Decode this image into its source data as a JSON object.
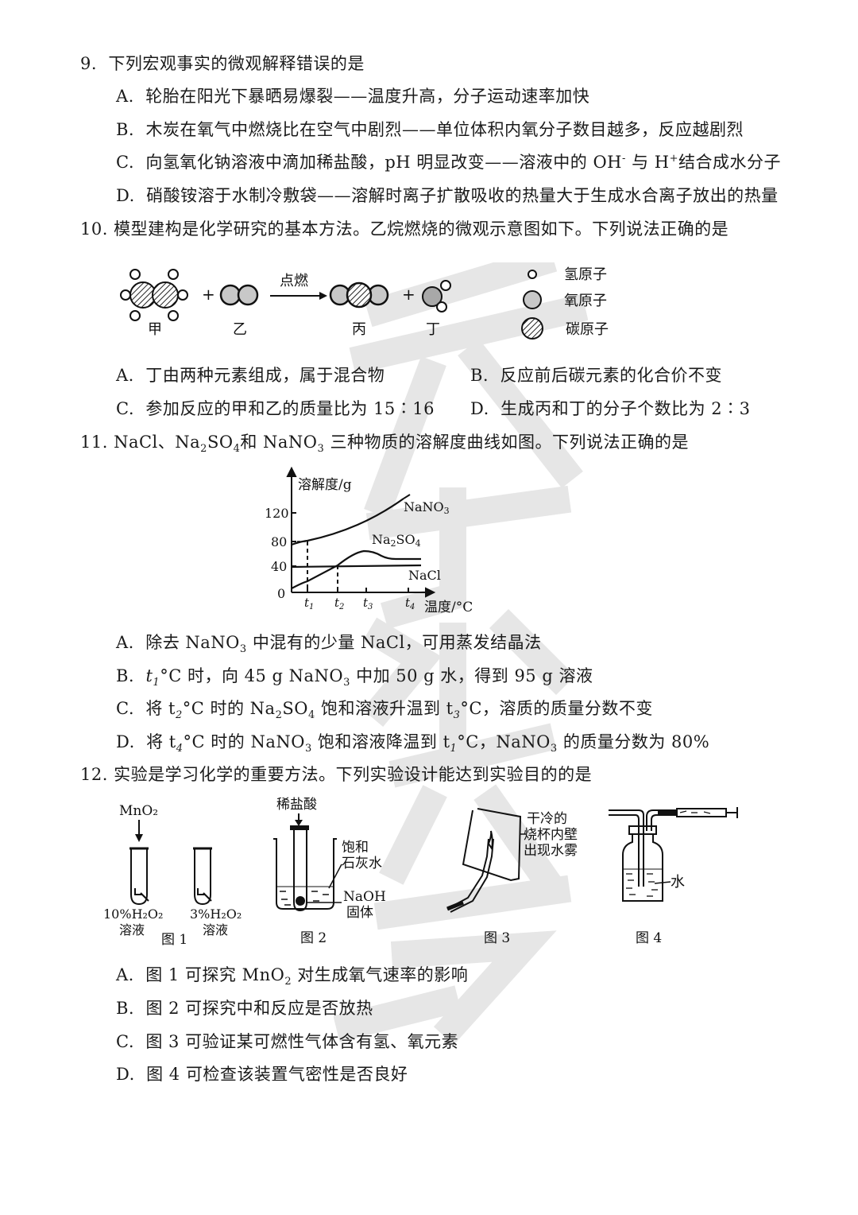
{
  "questions": [
    {
      "number": "9.",
      "stem": "下列宏观事实的微观解释错误的是",
      "options": [
        {
          "label": "A.",
          "text": "轮胎在阳光下暴晒易爆裂——温度升高，分子运动速率加快"
        },
        {
          "label": "B.",
          "text": "木炭在氧气中燃烧比在空气中剧烈——单位体积内氧分子数目越多，反应越剧烈"
        },
        {
          "label": "C.",
          "text_parts": [
            "向氢氧化钠溶液中滴加稀盐酸，pH 明显改变——溶液中的 OH",
            "-",
            " 与 H",
            "+",
            "结合成水分子"
          ]
        },
        {
          "label": "D.",
          "text": "硝酸铵溶于水制冷敷袋——溶解时离子扩散吸收的热量大于生成水合离子放出的热量"
        }
      ]
    },
    {
      "number": "10.",
      "stem": "模型建构是化学研究的基本方法。乙烷燃烧的微观示意图如下。下列说法正确的是",
      "diagram": {
        "molecules": [
          "甲",
          "乙",
          "丙",
          "丁"
        ],
        "plus": "+",
        "arrow_label": "点燃",
        "legend": [
          {
            "symbol": "hydrogen-atom",
            "label": "氢原子"
          },
          {
            "symbol": "oxygen-atom",
            "label": "氧原子"
          },
          {
            "symbol": "carbon-atom",
            "label": "碳原子"
          }
        ]
      },
      "options": [
        {
          "label": "A.",
          "text": "丁由两种元素组成，属于混合物"
        },
        {
          "label": "B.",
          "text": "反应前后碳元素的化合价不变"
        },
        {
          "label": "C.",
          "text": "参加反应的甲和乙的质量比为 15∶16"
        },
        {
          "label": "D.",
          "text": "生成丙和丁的分子个数比为 2∶3"
        }
      ]
    },
    {
      "number": "11.",
      "stem_parts": [
        "NaCl、Na",
        "2",
        "SO",
        "4",
        "和 NaNO",
        "3",
        " 三种物质的溶解度曲线如图。下列说法正确的是"
      ],
      "options": [
        {
          "label": "A.",
          "text_parts": [
            "除去 NaNO",
            "3",
            " 中混有的少量 NaCl，可用蒸发结晶法"
          ]
        },
        {
          "label": "B.",
          "text_parts": [
            "t",
            "1",
            "°C 时，向 45 g NaNO",
            "3",
            " 中加 50 g 水，得到 95 g 溶液"
          ]
        },
        {
          "label": "C.",
          "text_parts": [
            "将 t",
            "2",
            "°C 时的 Na",
            "2",
            "SO",
            "4",
            " 饱和溶液升温到 t",
            "3",
            "°C，溶质的质量分数不变"
          ]
        },
        {
          "label": "D.",
          "text_parts": [
            "将 t",
            "4",
            "°C 时的 NaNO",
            "3",
            " 饱和溶液降温到 t",
            "1",
            "°C，NaNO",
            "3",
            " 的质量分数为 80%"
          ]
        }
      ]
    },
    {
      "number": "12.",
      "stem": "实验是学习化学的重要方法。下列实验设计能达到实验目的的是",
      "figures": {
        "fig1": {
          "caption": "图 1",
          "reagent": "MnO₂",
          "tube1": [
            "10%H₂O₂",
            "溶液"
          ],
          "tube2": [
            "3%H₂O₂",
            "溶液"
          ]
        },
        "fig2": {
          "caption": "图 2",
          "top": "稀盐酸",
          "side": [
            "饱和",
            "石灰水"
          ],
          "bottom": [
            "NaOH",
            "固体"
          ]
        },
        "fig3": {
          "caption": "图 3",
          "note": [
            "干冷的",
            "烧杯内壁",
            "出现水雾"
          ]
        },
        "fig4": {
          "caption": "图 4",
          "note": "水"
        }
      },
      "options": [
        {
          "label": "A.",
          "text_parts": [
            "图 1 可探究 MnO",
            "2",
            " 对生成氧气速率的影响"
          ]
        },
        {
          "label": "B.",
          "text": "图 2 可探究中和反应是否放热"
        },
        {
          "label": "C.",
          "text": "图 3 可验证某可燃性气体含有氢、氧元素"
        },
        {
          "label": "D.",
          "text": "图 4 可检查该装置气密性是否良好"
        }
      ]
    }
  ],
  "chart_data": {
    "type": "line",
    "title": "",
    "xlabel": "温度/°C",
    "ylabel": "溶解度/g",
    "x_ticks": [
      "t1",
      "t2",
      "t3",
      "t4"
    ],
    "y_ticks": [
      0,
      40,
      80,
      120
    ],
    "ylim": [
      0,
      140
    ],
    "grid": false,
    "series": [
      {
        "name": "NaNO3",
        "x": [
          "0",
          "t1",
          "t2",
          "t3",
          "t4"
        ],
        "values": [
          78,
          82,
          92,
          108,
          130
        ]
      },
      {
        "name": "Na2SO4",
        "x": [
          "0",
          "t1",
          "t2",
          "t3",
          "after t3",
          "t4"
        ],
        "values": [
          8,
          20,
          40,
          57,
          48,
          48
        ]
      },
      {
        "name": "NaCl",
        "x": [
          "0",
          "t1",
          "t2",
          "t3",
          "t4"
        ],
        "values": [
          36,
          36.5,
          37,
          37.5,
          38
        ]
      }
    ],
    "annotations": [
      "dashed guide from t1 up to NaNO3 curve (~82 g, hint 80)",
      "dashed guide from t2 up to NaCl/Na2SO4 intersection (~40 g)"
    ],
    "legend_position": "inline labels at right end of curves"
  }
}
